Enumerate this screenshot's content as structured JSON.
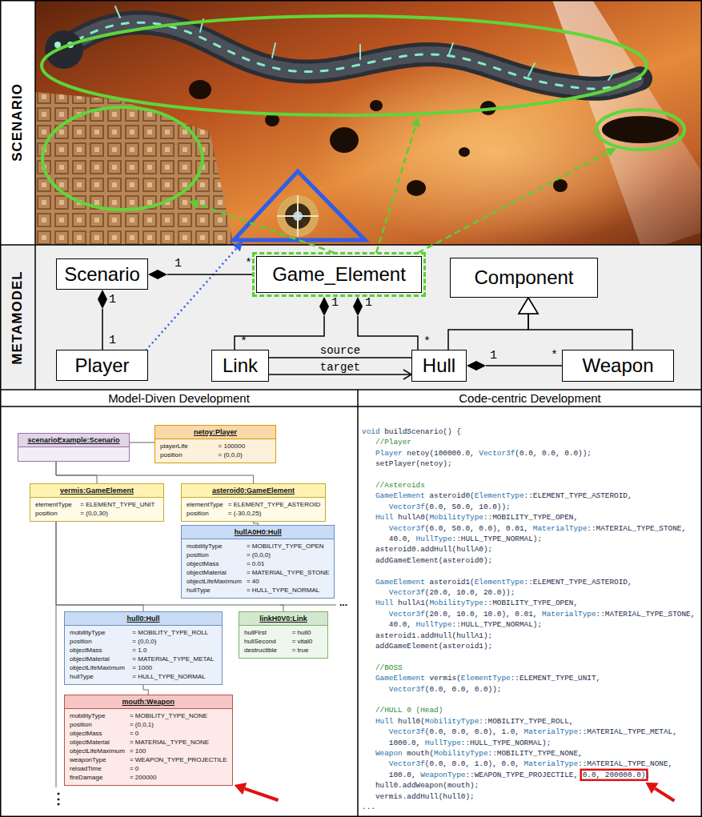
{
  "diagram": {
    "nodes": [
      {
        "text": [
          "Scenario"
        ]
      },
      {
        "text": [
          "Game_Element"
        ]
      },
      {
        "text": [
          "Component"
        ]
      },
      {
        "text": [
          "Player"
        ]
      },
      {
        "text": [
          "Link"
        ]
      },
      {
        "text": [
          "Hull"
        ]
      },
      {
        "text": [
          "Weapon"
        ]
      },
      {
        "text": [
          "scenarioExample:Scenario"
        ]
      },
      {
        "text": [
          "netoy:Player",
          "playerLife",
          "= 100000",
          "position",
          "= (0,0,0)"
        ]
      },
      {
        "text": [
          "vermis:GameElement",
          "elementType",
          "= ELEMENT_TYPE_UNIT",
          "position",
          "= (0,0,30)"
        ]
      },
      {
        "text": [
          "asteroid0:GameElement",
          "elementType",
          "= ELEMENT_TYPE_ASTEROID",
          "position",
          "= (-30,0,25)"
        ]
      },
      {
        "text": [
          "hullA0H0:Hull",
          "mobilityType",
          "= MOBILITY_TYPE_OPEN",
          "position",
          "= (0,0,0)",
          "objectMass",
          "= 0.01",
          "objectMaterial",
          "= MATERIAL_TYPE_STONE",
          "objectLifeMaximum",
          "= 40",
          "hullType",
          "= HULL_TYPE_NORMAL"
        ]
      },
      {
        "text": [
          "hull0:Hull",
          "mobilityType",
          "= MOBILITY_TYPE_ROLL",
          "position",
          "= (0,0,0)",
          "objectMass",
          "= 1.0",
          "objectMaterial",
          "= MATERIAL_TYPE_METAL",
          "objectLifeMaximum",
          "= 1000",
          "hullType",
          "= HULL_TYPE_NORMAL"
        ]
      },
      {
        "text": [
          "linkH0V0:Link",
          "hullFirst",
          "= hull0",
          "hullSecond",
          "= vital0",
          "destructible",
          "= true"
        ]
      },
      {
        "text": [
          "mouth:Weapon",
          "mobilityType",
          "= MOBILITY_TYPE_NONE",
          "position",
          "= (0,0,1)",
          "objectMass",
          "= 0",
          "objectMaterial",
          "= MATERIAL_TYPE_NONE",
          "objectLifeMaximum",
          "= 100",
          "weaponType",
          "= WEAPON_TYPE_PROJECTILE",
          "reloadTime",
          "= 0",
          "fireDamage",
          "= 200000"
        ]
      }
    ],
    "edges": [
      {
        "from": 1,
        "to": 0,
        "arrow": "to"
      },
      {
        "from": 3,
        "to": 0,
        "arrow": "to"
      },
      {
        "from": 4,
        "to": 1,
        "arrow": "to"
      },
      {
        "from": 5,
        "to": 1,
        "arrow": "to"
      },
      {
        "from": 4,
        "to": 5,
        "label": "source",
        "arrow": "none"
      },
      {
        "from": 4,
        "to": 5,
        "label": "target",
        "arrow": "to"
      },
      {
        "from": 5,
        "to": 2,
        "arrow": "to"
      },
      {
        "from": 6,
        "to": 2,
        "arrow": "to"
      },
      {
        "from": 6,
        "to": 5,
        "arrow": "to"
      },
      {
        "from": 7,
        "to": 8,
        "arrow": "none"
      },
      {
        "from": 7,
        "to": 9,
        "arrow": "none"
      },
      {
        "from": 7,
        "to": 10,
        "arrow": "none"
      },
      {
        "from": 10,
        "to": 11,
        "arrow": "none"
      },
      {
        "from": 9,
        "to": 12,
        "arrow": "none"
      },
      {
        "from": 9,
        "to": 13,
        "arrow": "none"
      },
      {
        "from": 12,
        "to": 14,
        "arrow": "none"
      }
    ],
    "labels": [
      "SCENARIO",
      "METAMODEL",
      "1",
      "*",
      "1",
      "1",
      "1",
      "*",
      "1",
      "*",
      "1",
      "*",
      "Model-Diven Development",
      "Code-centric Development",
      "...",
      "⋮",
      "void buildScenario() {",
      "//Player",
      "Player netoy(100000.0, Vector3f(0.0, 0.0, 0.0));",
      "setPlayer(netoy);",
      "//Asteroids",
      "GameElement asteroid0(ElementType::ELEMENT_TYPE_ASTEROID,",
      "Vector3f(0.0, 50.0, 10.0));",
      "Hull hullA0(MobilityType::MOBILITY_TYPE_OPEN,",
      "Vector3f(0.0, 50.0, 0.0), 0.01, MaterialType::MATERIAL_TYPE_STONE,",
      "40.0, HullType::HULL_TYPE_NORMAL);",
      "asteroid0.addHull(hullA0);",
      "addGameElement(asteroid0);",
      "GameElement asteroid1(ElementType::ELEMENT_TYPE_ASTEROID,",
      "Vector3f(20.0, 10.0, 20.0));",
      "Hull hullA1(MobilityType::MOBILITY_TYPE_OPEN,",
      "Vector3f(20.0, 10.0, 10.0), 0.01, MaterialType::MATERIAL_TYPE_STONE,",
      "40.0, HullType::HULL_TYPE_NORMAL);",
      "asteroid1.addHull(hullA1);",
      "addGameElement(asteroid1);",
      "//BOSS",
      "GameElement vermis(ElementType::ELEMENT_TYPE_UNIT,",
      "Vector3f(0.0, 0.0, 0.0));",
      "//HULL 0 (Head)",
      "Hull hull0(MobilityType::MOBILITY_TYPE_ROLL,",
      "Vector3f(0.0, 0.0, 0.0), 1.0, MaterialType::MATERIAL_TYPE_METAL,",
      "1000.0, HullType::HULL_TYPE_NORMAL);",
      "Weapon mouth(MobilityType::MOBILITY_TYPE_NONE,",
      "Vector3f(0.0, 0.0, 1.0), 0.0, MaterialType::MATERIAL_TYPE_NONE,",
      "100.0, WeaponType::WEAPON_TYPE_PROJECTILE, 0.0, 200000.0);",
      "hull0.addWeapon(mouth);",
      "vermis.addHull(hull0);",
      "..."
    ]
  }
}
